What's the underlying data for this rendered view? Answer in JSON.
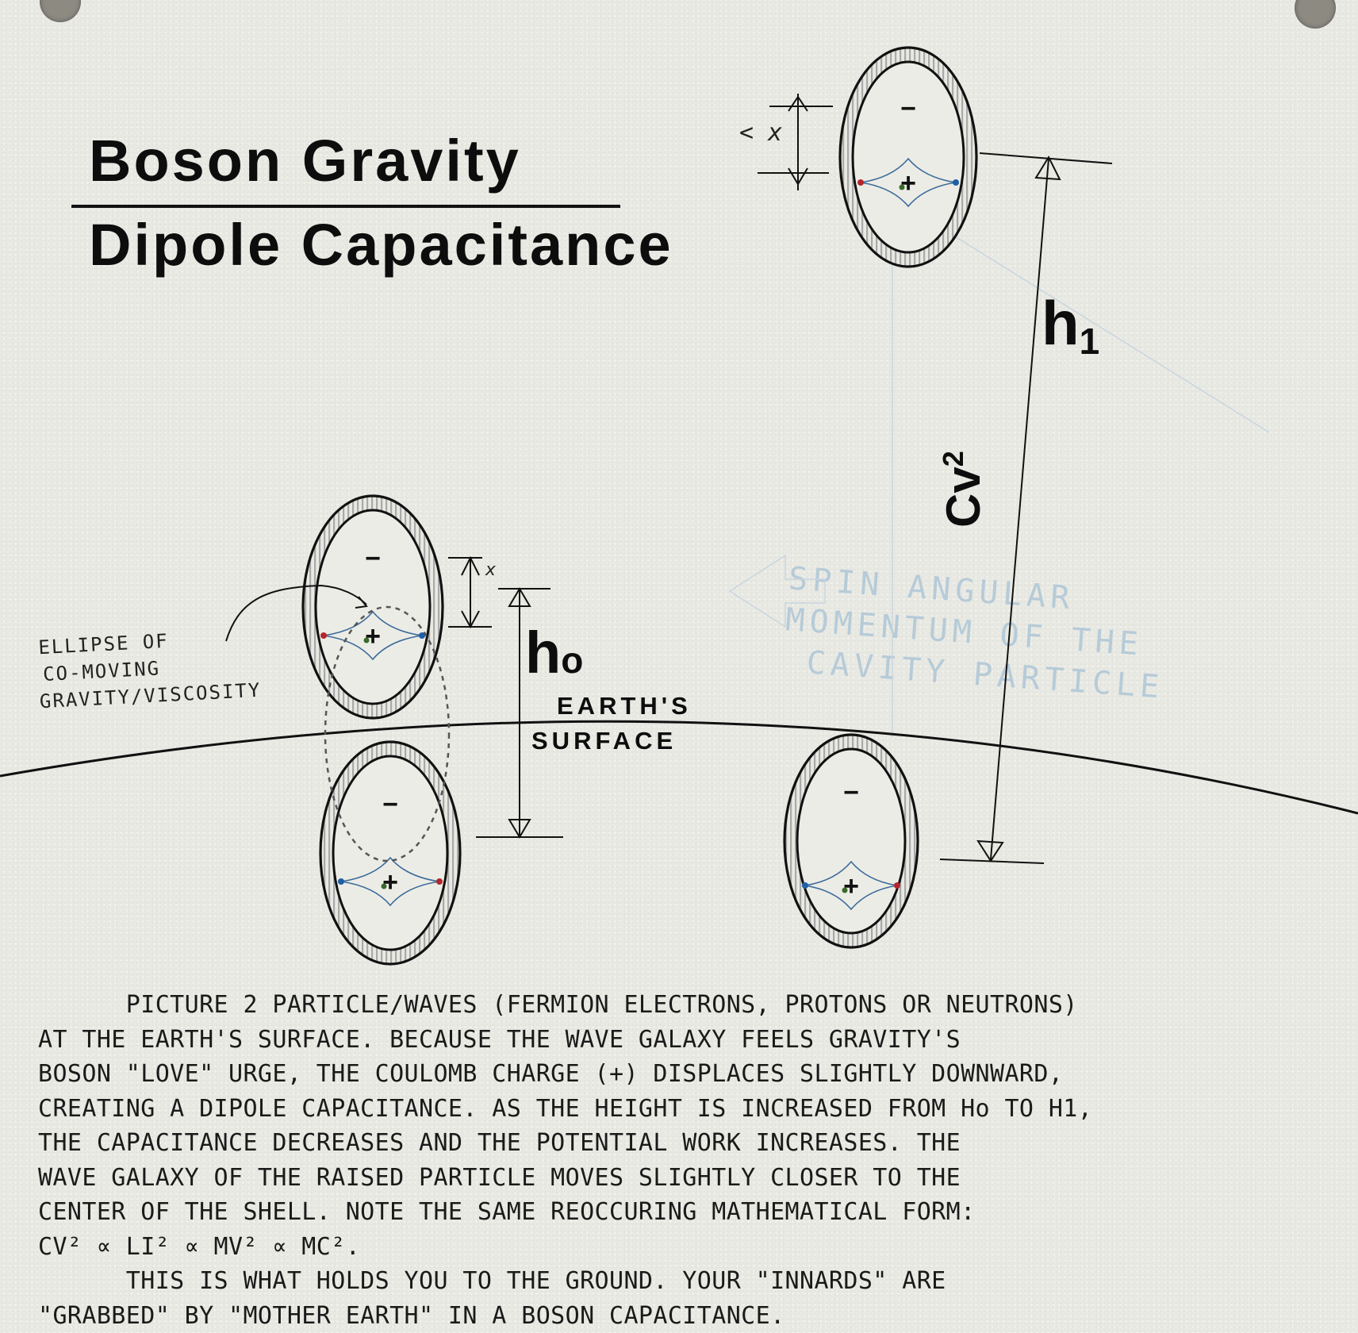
{
  "title": {
    "line1": "Boson Gravity",
    "line2": "Dipole Capacitance"
  },
  "labels": {
    "h1_main": "h",
    "h1_sub": "1",
    "h0_main": "h",
    "h0_sub": "o",
    "cv2_main": "Cv",
    "cv2_sup": "2",
    "x_top": "< x",
    "x_left": "x",
    "earth_line1": "EARTH'S",
    "earth_line2": "SURFACE",
    "ellipse_note": [
      "ELLIPSE OF",
      "CO-MOVING",
      "GRAVITY/VISCOSITY"
    ],
    "ghost_note": [
      "SPIN ANGULAR",
      "MOMENTUM OF THE",
      "CAVITY PARTICLE"
    ],
    "minus": "−",
    "plus": "+"
  },
  "caption": {
    "lines": [
      "      PICTURE 2 PARTICLE/WAVES (FERMION ELECTRONS, PROTONS OR NEUTRONS)",
      "AT THE EARTH'S SURFACE. BECAUSE THE WAVE GALAXY FEELS GRAVITY'S",
      "BOSON \"LOVE\" URGE, THE COULOMB CHARGE (+) DISPLACES SLIGHTLY DOWNWARD,",
      "CREATING A DIPOLE CAPACITANCE. AS THE HEIGHT IS INCREASED FROM Ho TO H1,",
      "THE CAPACITANCE DECREASES AND THE POTENTIAL WORK INCREASES. THE",
      "WAVE GALAXY OF THE RAISED PARTICLE MOVES SLIGHTLY CLOSER TO THE",
      "CENTER OF THE SHELL. NOTE THE SAME REOCCURING MATHEMATICAL FORM:",
      "CV² ∝ LI² ∝ MV² ∝ MC².",
      "      THIS IS WHAT HOLDS YOU TO THE GROUND. YOUR \"INNARDS\" ARE",
      "\"GRABBED\" BY \"MOTHER EARTH\" IN A BOSON CAPACITANCE."
    ]
  },
  "colors": {
    "ink": "#111111",
    "shell_hatch": "#9a9a9a",
    "red_dot": "#b3262c",
    "blue_dot": "#1f5fa8",
    "green_dot": "#3a6a2a",
    "wave_line": "#3b6b9a",
    "paper": "#e9e9e3"
  }
}
